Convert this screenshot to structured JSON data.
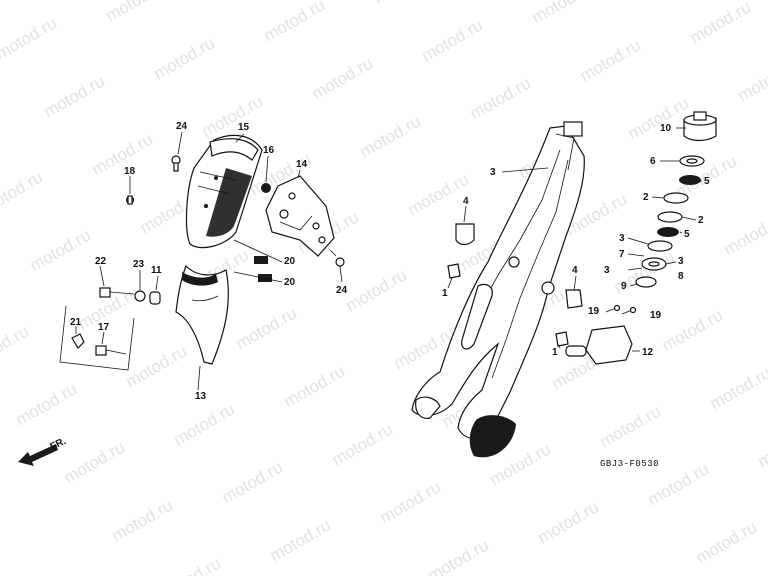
{
  "watermark": "motod.ru",
  "diagram_code": "GBJ3-F0530",
  "front_arrow_label": "FR.",
  "callouts": {
    "c1a": "1",
    "c1b": "1",
    "c2a": "2",
    "c2b": "2",
    "c3a": "3",
    "c3b": "3",
    "c3c": "3",
    "c3d": "3",
    "c4a": "4",
    "c4b": "4",
    "c5a": "5",
    "c5b": "5",
    "c6": "6",
    "c7": "7",
    "c8": "8",
    "c9": "9",
    "c10": "10",
    "c11": "11",
    "c12": "12",
    "c13": "13",
    "c14": "14",
    "c15": "15",
    "c16": "16",
    "c17": "17",
    "c18": "18",
    "c19a": "19",
    "c19b": "19",
    "c20a": "20",
    "c20b": "20",
    "c21": "21",
    "c22": "22",
    "c23": "23",
    "c24a": "24",
    "c24b": "24"
  }
}
